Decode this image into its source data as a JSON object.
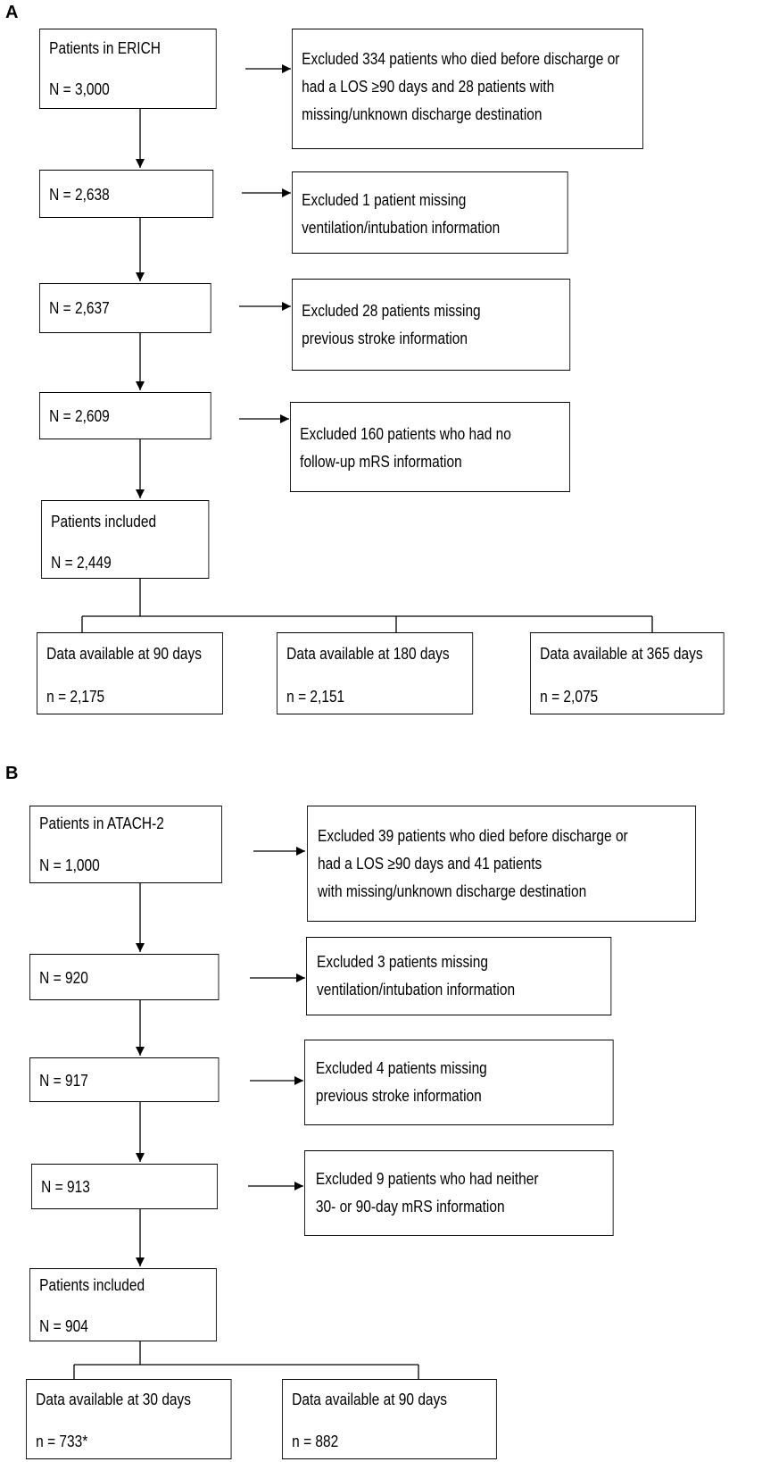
{
  "panel_a": {
    "label": "A",
    "start": {
      "title": "Patients in ERICH",
      "n": "N = 3,000"
    },
    "exclusion_1": [
      "Excluded 334 patients who died before discharge or",
      "had a LOS ≥90 days and 28 patients with",
      "missing/unknown discharge destination"
    ],
    "step_1": "N = 2,638",
    "exclusion_2": [
      "Excluded 1 patient missing",
      "ventilation/intubation information"
    ],
    "step_2": "N = 2,637",
    "exclusion_3": [
      "Excluded 28 patients missing",
      "previous stroke information"
    ],
    "step_3": "N = 2,609",
    "exclusion_4": [
      "Excluded 160 patients who had no",
      "follow-up mRS information"
    ],
    "included": {
      "title": "Patients included",
      "n": "N = 2,449"
    },
    "outcomes": [
      {
        "title": "Data available at 90 days",
        "n": "n = 2,175"
      },
      {
        "title": "Data available at 180 days",
        "n": "n = 2,151"
      },
      {
        "title": "Data available at 365 days",
        "n": "n = 2,075"
      }
    ]
  },
  "panel_b": {
    "label": "B",
    "start": {
      "title": "Patients in ATACH-2",
      "n": "N = 1,000"
    },
    "exclusion_1": [
      "Excluded 39 patients who died before discharge or",
      "had a LOS ≥90 days and 41 patients",
      "with missing/unknown discharge destination"
    ],
    "step_1": "N = 920",
    "exclusion_2": [
      "Excluded 3 patients missing",
      "ventilation/intubation information"
    ],
    "step_2": "N = 917",
    "exclusion_3": [
      "Excluded 4 patients missing",
      "previous stroke information"
    ],
    "step_3": "N = 913",
    "exclusion_4": [
      "Excluded 9 patients who had neither",
      "30- or 90-day mRS information"
    ],
    "included": {
      "title": "Patients included",
      "n": "N = 904"
    },
    "outcomes": [
      {
        "title": "Data available at 30 days",
        "n": "n = 733*"
      },
      {
        "title": "Data available at 90 days",
        "n": "n = 882"
      }
    ]
  }
}
